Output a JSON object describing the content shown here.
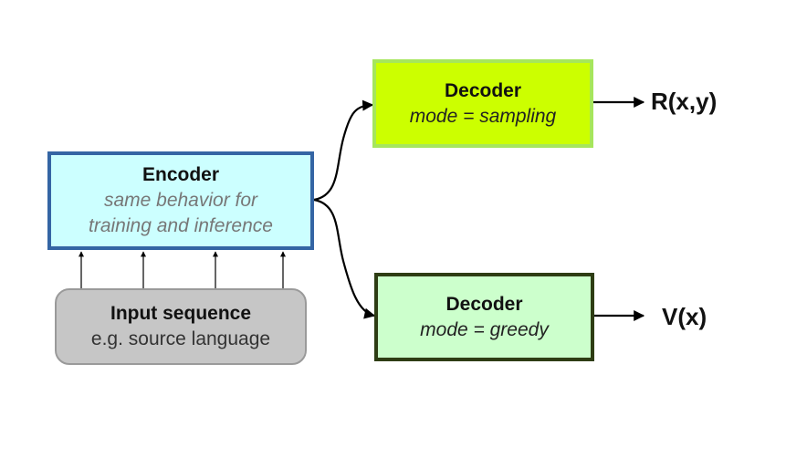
{
  "encoder": {
    "title": "Encoder",
    "subtitle_line1": "same behavior for",
    "subtitle_line2": "training and inference"
  },
  "input": {
    "title": "Input sequence",
    "subtitle": "e.g. source language"
  },
  "decoder_sampling": {
    "title": "Decoder",
    "mode": "mode = sampling",
    "output": "R(x,y)"
  },
  "decoder_greedy": {
    "title": "Decoder",
    "mode": "mode = greedy",
    "output": "V(x)"
  },
  "colors": {
    "encoder_fill": "#ccffff",
    "encoder_border": "#3465a4",
    "input_fill": "#c6c6c6",
    "sampling_fill": "#ccff00",
    "greedy_fill": "#ccffcc",
    "greedy_border": "#2e3d14"
  }
}
